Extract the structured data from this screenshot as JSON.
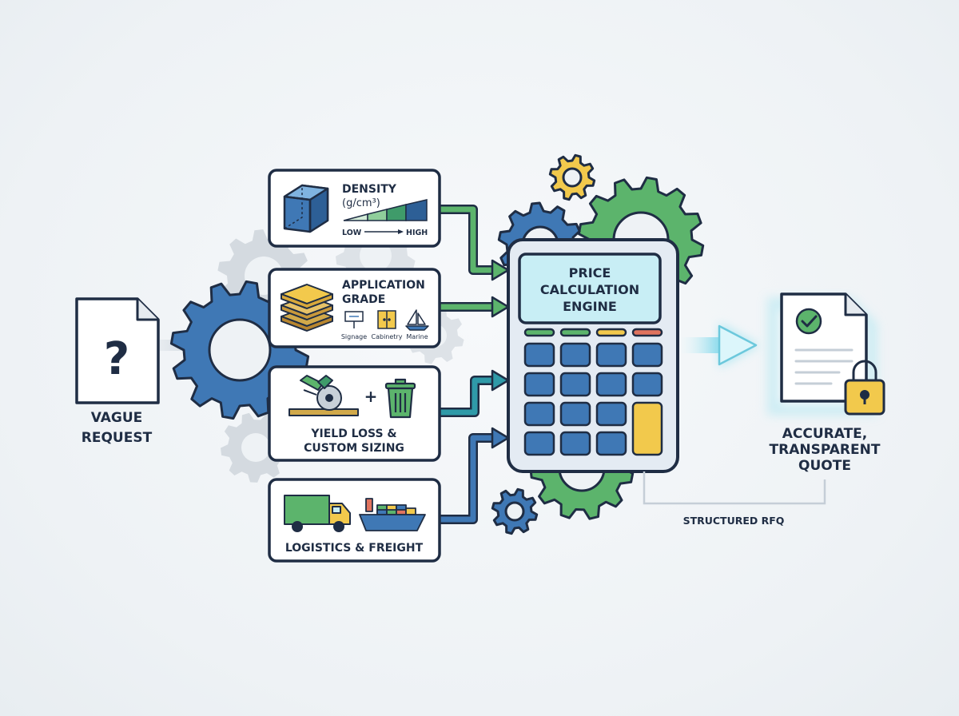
{
  "input": {
    "symbol": "?",
    "label_lines": [
      "VAGUE",
      "REQUEST"
    ]
  },
  "factors": {
    "density": {
      "title": "DENSITY",
      "unit": "(g/cm³)",
      "scale_low": "LOW",
      "scale_high": "HIGH"
    },
    "application": {
      "title_lines": [
        "APPLICATION",
        "GRADE"
      ],
      "uses": [
        "Signage",
        "Cabinetry",
        "Marine"
      ]
    },
    "yield": {
      "plus": "+",
      "title_lines": [
        "YIELD LOSS &",
        "CUSTOM SIZING"
      ]
    },
    "logistics": {
      "title": "LOGISTICS & FREIGHT"
    }
  },
  "engine": {
    "title_lines": [
      "PRICE",
      "CALCULATION",
      "ENGINE"
    ]
  },
  "output": {
    "label_lines": [
      "ACCURATE,",
      "TRANSPARENT",
      "QUOTE"
    ],
    "feedback_label": "STRUCTURED RFQ"
  },
  "colors": {
    "navy": "#1f2d44",
    "blue": "#3f78b5",
    "green": "#5cb46c",
    "yellow": "#f2c94c",
    "red": "#e0735e",
    "screen": "#c8eef5",
    "gear_gray": "#d4dae0"
  }
}
